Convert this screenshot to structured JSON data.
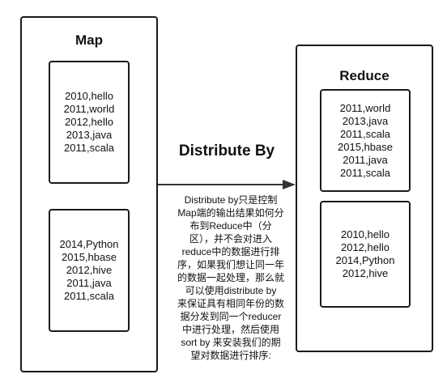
{
  "map": {
    "title": "Map",
    "blocks": [
      [
        "2010,hello",
        "2011,world",
        "2012,hello",
        "2013,java",
        "2011,scala"
      ],
      [
        "2014,Python",
        "2015,hbase",
        "2012,hive",
        "2011,java",
        "2011,scala"
      ]
    ]
  },
  "reduce": {
    "title": "Reduce",
    "blocks": [
      [
        "2011,world",
        "2013,java",
        "2011,scala",
        "2015,hbase",
        "2011,java",
        "2011,scala"
      ],
      [
        "2010,hello",
        "2012,hello",
        "2014,Python",
        "2012,hive"
      ]
    ]
  },
  "arrow": {
    "label": "Distribute By",
    "color": "#333333"
  },
  "note": {
    "lines": [
      "Distribute by只是控制",
      "Map端的输出结果如何分",
      "布到Reduce中（分",
      "区），并不会对进入",
      "reduce中的数据进行排",
      "序，如果我们想让同一年",
      "的数据一起处理，那么就",
      "可以使用distribute by",
      "来保证具有相同年份的数",
      "据分发到同一个reducer",
      "中进行处理，然后使用",
      "sort by 来安装我们的期",
      "望对数据进行排序:"
    ]
  }
}
